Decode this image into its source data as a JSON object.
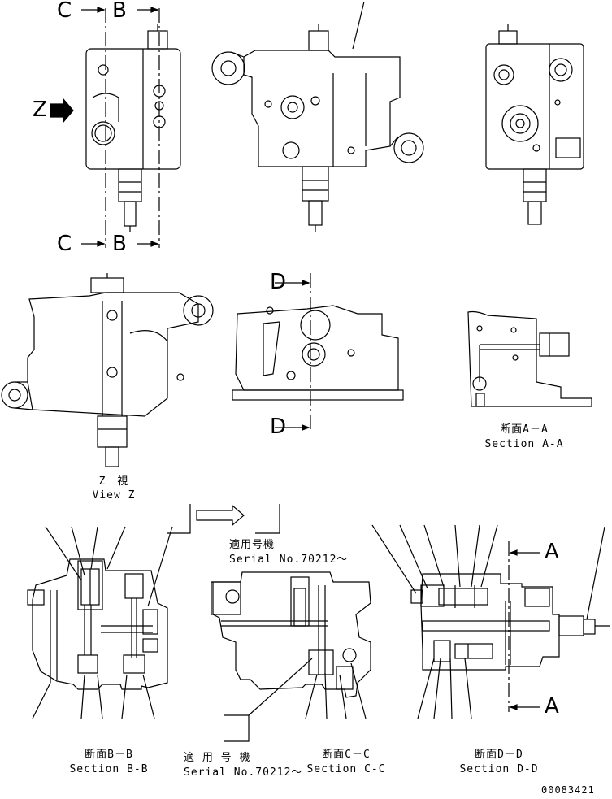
{
  "view_labels": {
    "z_jp": "Z　視",
    "z_en": "View Z",
    "aa_jp": "断面A－A",
    "aa_en": "Section A-A",
    "bb_jp": "断面B－B",
    "bb_en": "Section B-B",
    "cc_jp": "断面C－C",
    "cc_en": "Section C-C",
    "dd_jp": "断面D－D",
    "dd_en": "Section D-D"
  },
  "section_markers": {
    "c": "C",
    "b": "B",
    "d": "D",
    "a": "A",
    "z": "Z"
  },
  "serial_notes": {
    "top_jp": "適用号機",
    "top_en": "Serial No.70212～",
    "bottom_jp": "適 用 号 機",
    "bottom_en": "Serial No.70212～"
  },
  "drawing_number": "00083421"
}
